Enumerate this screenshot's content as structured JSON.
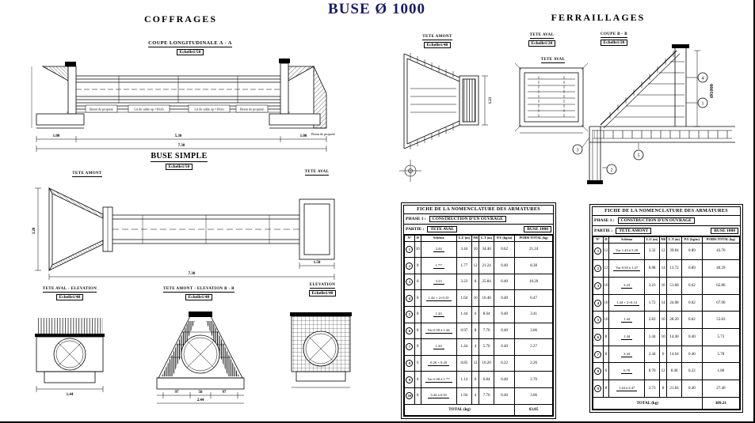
{
  "title": "BUSE Ø 1000",
  "colors": {
    "title": "#1a1a66",
    "ink": "#000000"
  },
  "headers": {
    "left": "COFFRAGES",
    "right": "FERRAILLAGES"
  },
  "coupe": {
    "title": "COUPE LONGITUDINALE   A - A",
    "scale": "Echelle1/50",
    "note_left": "Beton de propreté",
    "note_sable1": "Lit de sable ep =10cm",
    "note_sable2": "Lit de sable ep =10cm",
    "note_right": "Beton de propreté",
    "note_side": "Beton de propreté",
    "dim_left": "1.00",
    "dim_mid": "5.30",
    "dim_right": "1.00",
    "dim_total": "7.30"
  },
  "plan": {
    "title": "BUSE SIMPLE",
    "scale": "Echelle1/50",
    "label_left": "TETE AMONT",
    "label_right": "TETE AVAL",
    "dim_total": "7.30",
    "dim_right": "1.50",
    "dim_height": "3.20"
  },
  "elev_aval": {
    "title": "TETE AVAL - ELEVATION",
    "scale": "Echelle1/40",
    "dim": "1.44"
  },
  "elev_amont": {
    "title": "TETE AMONT -  ELEVATION  B - B",
    "scale": "Echelle1/40",
    "dim1": "97",
    "dim2": "50",
    "dim3": "97",
    "dim_total": "2.44"
  },
  "elev_face": {
    "title": "ELEVATION",
    "scale": "Echelle1/40"
  },
  "fer_amont": {
    "title": "TETE AMONT",
    "scale": "Echelle1/40",
    "dim": "1.21"
  },
  "fer_aval": {
    "title": "TETE AVAL",
    "scale": "Echelle1/20",
    "sub": "TETE AVAL"
  },
  "fer_coupe": {
    "title": "COUPE B - B",
    "scale": "Echelle1/20",
    "pipe": "Ø1000",
    "callouts": {
      "c1": "1",
      "c2": "2",
      "c3": "3",
      "c4": "4",
      "c5": "5"
    }
  },
  "tables": [
    {
      "title": "FICHE DE LA NOMENCLATURE DES ARMATURES",
      "phase_label": "PHASE 1 :",
      "phase": "CONSTRUCTION D'UN OUVRAGE",
      "partie_label": "PARTIE :",
      "partie": "TETE AVAL",
      "buse": "BUSE 1000",
      "columns": [
        "N°",
        "Ø",
        "Schéma",
        "L.U (m)",
        "NB",
        "L.T (m)",
        "P.U (kg/m)",
        "POIDS TOTAL (kg)"
      ],
      "rows": [
        {
          "no": "1",
          "dia": "10",
          "schema": "3.44",
          "lu": "3.44",
          "nb": "10",
          "lt": "34.40",
          "pu": "0.62",
          "pt": "21.24"
        },
        {
          "no": "2",
          "dia": "8",
          "schema": "1.77",
          "lu": "1.77",
          "nb": "12",
          "lt": "21.24",
          "pu": "0.40",
          "pt": "8.38"
        },
        {
          "no": "3",
          "dia": "8",
          "schema": "3.23",
          "lu": "3.23",
          "nb": "8",
          "lt": "25.84",
          "pu": "0.40",
          "pt": "10.20"
        },
        {
          "no": "4",
          "dia": "8",
          "schema": "1.44 + 2×0.10",
          "lu": "1.64",
          "nb": "10",
          "lt": "16.40",
          "pu": "0.40",
          "pt": "6.47"
        },
        {
          "no": "5",
          "dia": "8",
          "schema": "1.44",
          "lu": "1.44",
          "nb": "6",
          "lt": "8.64",
          "pu": "0.40",
          "pt": "3.41"
        },
        {
          "no": "6",
          "dia": "8",
          "schema": "Var 0.50 à 1.44",
          "lu": "0.97",
          "nb": "8",
          "lt": "7.76",
          "pu": "0.40",
          "pt": "3.06"
        },
        {
          "no": "7",
          "dia": "8",
          "schema": "1.44",
          "lu": "1.44",
          "nb": "4",
          "lt": "5.76",
          "pu": "0.40",
          "pt": "2.27"
        },
        {
          "no": "8",
          "dia": "6",
          "schema": "0.20 × 0.20",
          "lu": "0.85",
          "nb": "12",
          "lt": "10.20",
          "pu": "0.22",
          "pt": "2.26"
        },
        {
          "no": "9",
          "dia": "8",
          "schema": "Var 0.50 à 1.77",
          "lu": "1.14",
          "nb": "6",
          "lt": "6.84",
          "pu": "0.40",
          "pt": "2.70"
        },
        {
          "no": "10",
          "dia": "8",
          "schema": "3.44 à 0.50",
          "lu": "1.94",
          "nb": "4",
          "lt": "7.76",
          "pu": "0.40",
          "pt": "3.06"
        }
      ],
      "total_label": "TOTAL (kg)",
      "total": "63.05"
    },
    {
      "title": "FICHE DE LA NOMENCLATURE DES ARMATURES",
      "phase_label": "PHASE 1 :",
      "phase": "CONSTRUCTION D'UN OUVRAGE",
      "partie_label": "PARTIE :",
      "partie": "TETE AMONT",
      "buse": "BUSE 1000",
      "columns": [
        "N°",
        "Ø",
        "Schéma",
        "L.U (m)",
        "NB",
        "L.T (m)",
        "P.U (kg/m)",
        "POIDS TOTAL (kg)"
      ],
      "rows": [
        {
          "no": "1",
          "dia": "12",
          "schema": "Var 1.44 à 5.20",
          "lu": "3.32",
          "nb": "12",
          "lt": "39.84",
          "pu": "0.89",
          "pt": "43.76"
        },
        {
          "no": "2",
          "dia": "12",
          "schema": "Var 0.50 à 1.47",
          "lu": "0.98",
          "nb": "14",
          "lt": "13.72",
          "pu": "0.89",
          "pt": "40.29"
        },
        {
          "no": "3",
          "dia": "10",
          "schema": "3.23",
          "lu": "3.23",
          "nb": "16",
          "lt": "51.68",
          "pu": "0.62",
          "pt": "62.86"
        },
        {
          "no": "4",
          "dia": "10",
          "schema": "1.44 + 2×0.14",
          "lu": "1.72",
          "nb": "14",
          "lt": "24.08",
          "pu": "0.62",
          "pt": "67.90"
        },
        {
          "no": "5",
          "dia": "10",
          "schema": "1.44",
          "lu": "2.82",
          "nb": "10",
          "lt": "28.20",
          "pu": "0.62",
          "pt": "53.63"
        },
        {
          "no": "6",
          "dia": "8",
          "schema": "1.44",
          "lu": "1.44",
          "nb": "10",
          "lt": "14.40",
          "pu": "0.40",
          "pt": "5.73"
        },
        {
          "no": "7",
          "dia": "8",
          "schema": "3.44",
          "lu": "2.44",
          "nb": "6",
          "lt": "14.64",
          "pu": "0.40",
          "pt": "5.78"
        },
        {
          "no": "8",
          "dia": "6",
          "schema": "0.70",
          "lu": "0.70",
          "nb": "12",
          "lt": "8.40",
          "pu": "0.22",
          "pt": "1.86"
        },
        {
          "no": "9",
          "dia": "8",
          "schema": "1.44 à 4.47",
          "lu": "2.73",
          "nb": "8",
          "lt": "21.84",
          "pu": "0.40",
          "pt": "27.40"
        }
      ],
      "total_label": "TOTAL (kg)",
      "total": "309.21"
    }
  ]
}
